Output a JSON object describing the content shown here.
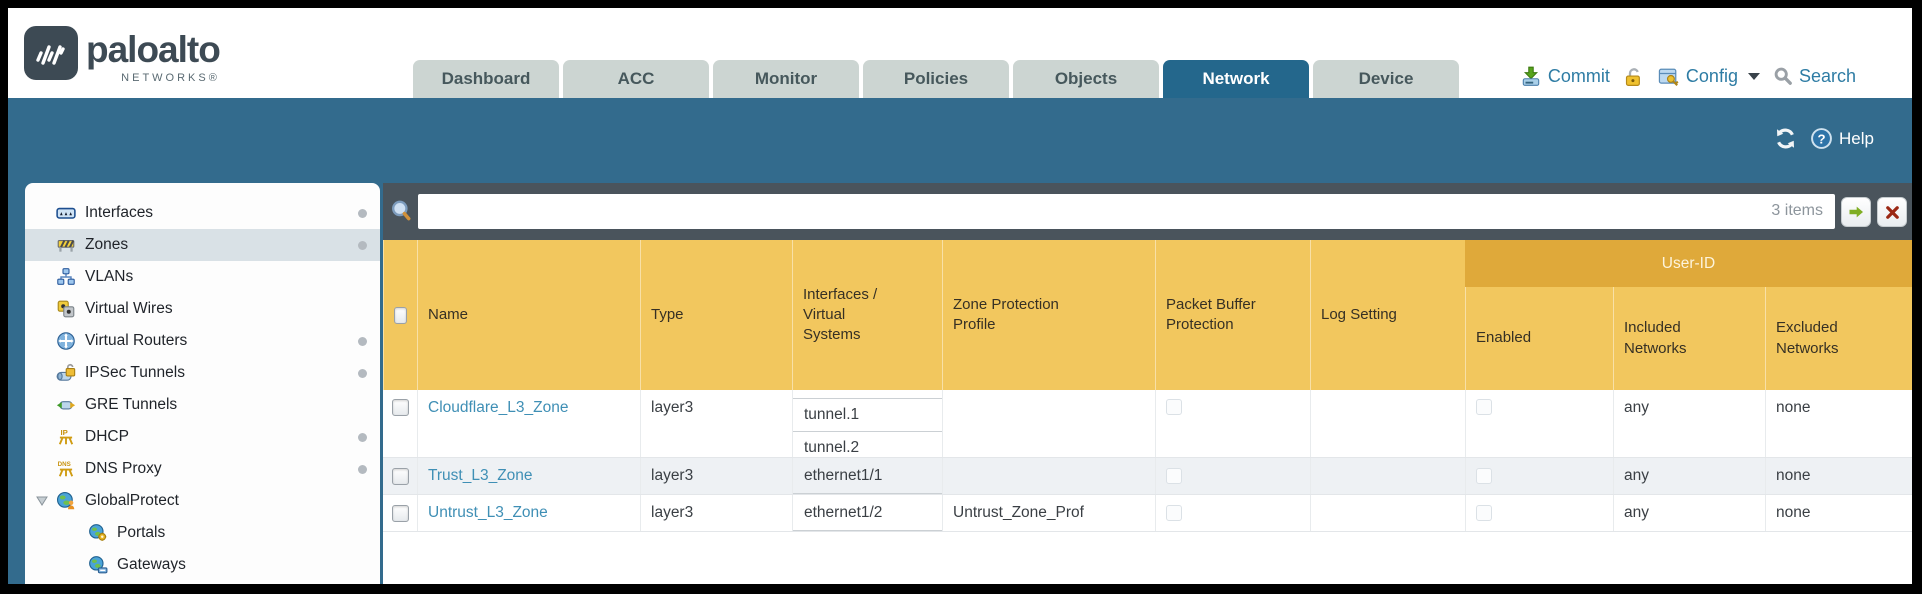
{
  "brand": {
    "name": "paloalto",
    "sub": "NETWORKS®"
  },
  "nav": {
    "tabs": [
      {
        "label": "Dashboard"
      },
      {
        "label": "ACC"
      },
      {
        "label": "Monitor"
      },
      {
        "label": "Policies"
      },
      {
        "label": "Objects"
      },
      {
        "label": "Network",
        "active": true
      },
      {
        "label": "Device"
      }
    ],
    "actions": {
      "commit": "Commit",
      "config": "Config",
      "search": "Search"
    }
  },
  "band": {
    "help": "Help"
  },
  "sidebar": {
    "items": [
      {
        "label": "Interfaces",
        "dot": true
      },
      {
        "label": "Zones",
        "dot": true,
        "selected": true
      },
      {
        "label": "VLANs"
      },
      {
        "label": "Virtual Wires"
      },
      {
        "label": "Virtual Routers",
        "dot": true
      },
      {
        "label": "IPSec Tunnels",
        "dot": true
      },
      {
        "label": "GRE Tunnels"
      },
      {
        "label": "DHCP",
        "dot": true
      },
      {
        "label": "DNS Proxy",
        "dot": true
      },
      {
        "label": "GlobalProtect",
        "expanded": true
      },
      {
        "label": "Portals",
        "child": true
      },
      {
        "label": "Gateways",
        "child": true
      }
    ]
  },
  "filter": {
    "value": "",
    "count_label": "3 items"
  },
  "table": {
    "group_header": "User-ID",
    "columns": [
      "Name",
      "Type",
      "Interfaces / Virtual Systems",
      "Zone Protection Profile",
      "Packet Buffer Protection",
      "Log Setting",
      "Enabled",
      "Included Networks",
      "Excluded Networks"
    ],
    "rows": [
      {
        "name": "Cloudflare_L3_Zone",
        "type": "layer3",
        "interfaces": [
          "tunnel.1",
          "tunnel.2"
        ],
        "zone_protection_profile": "",
        "log_setting": "",
        "included_networks": "any",
        "excluded_networks": "none"
      },
      {
        "name": "Trust_L3_Zone",
        "type": "layer3",
        "interfaces": [
          "ethernet1/1"
        ],
        "zone_protection_profile": "",
        "log_setting": "",
        "included_networks": "any",
        "excluded_networks": "none"
      },
      {
        "name": "Untrust_L3_Zone",
        "type": "layer3",
        "interfaces": [
          "ethernet1/2"
        ],
        "zone_protection_profile": "Untrust_Zone_Prof",
        "log_setting": "",
        "included_networks": "any",
        "excluded_networks": "none"
      }
    ]
  },
  "colors": {
    "teal_band": "#336B8D",
    "tab_active": "#24678C",
    "amber_header": "#F2C75E",
    "user_id_band": "#DFA93A",
    "slate_panel": "#4A545C",
    "link": "#3F8FB5",
    "alt_row": "#EEF1F4",
    "sidebar_selected": "#D9E1E6"
  }
}
